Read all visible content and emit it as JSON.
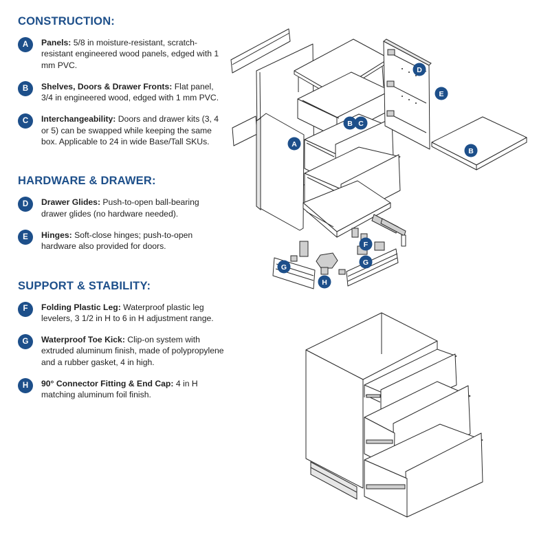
{
  "sections": [
    {
      "title": "CONSTRUCTION:",
      "items": [
        {
          "badge": "A",
          "label": "Panels:",
          "text": " 5/8 in moisture-resistant, scratch-resistant engineered wood panels, edged with 1 mm PVC."
        },
        {
          "badge": "B",
          "label": "Shelves, Doors & Drawer Fronts:",
          "text": " Flat panel, 3/4 in engineered wood, edged with 1 mm PVC."
        },
        {
          "badge": "C",
          "label": "Interchangeability:",
          "text": " Doors and drawer kits (3, 4 or 5) can be swapped while keeping the same box. Applicable to 24 in wide Base/Tall SKUs."
        }
      ]
    },
    {
      "title": "HARDWARE & DRAWER:",
      "items": [
        {
          "badge": "D",
          "label": "Drawer Glides:",
          "text": " Push-to-open ball-bearing drawer glides (no hardware needed)."
        },
        {
          "badge": "E",
          "label": "Hinges:",
          "text": " Soft-close hinges; push-to-open hardware also provided for doors."
        }
      ]
    },
    {
      "title": "SUPPORT & STABILITY:",
      "items": [
        {
          "badge": "F",
          "label": "Folding Plastic Leg:",
          "text": " Waterproof plastic leg levelers, 3 1/2 in H to 6 in H adjustment range."
        },
        {
          "badge": "G",
          "label": "Waterproof Toe Kick:",
          "text": " Clip-on system with extruded aluminum finish, made of polypropylene and a rubber gasket, 4 in high."
        },
        {
          "badge": "H",
          "label": "90° Connector Fitting & End Cap:",
          "text": " 4 in H matching aluminum foil finish."
        }
      ]
    }
  ],
  "diagram_badges": {
    "a": "A",
    "b1": "B",
    "c": "C",
    "d": "D",
    "e": "E",
    "b2": "B",
    "f": "F",
    "g1": "G",
    "g2": "G",
    "h": "H"
  },
  "colors": {
    "accent": "#1d4f8a",
    "line": "#2a2a2a"
  }
}
